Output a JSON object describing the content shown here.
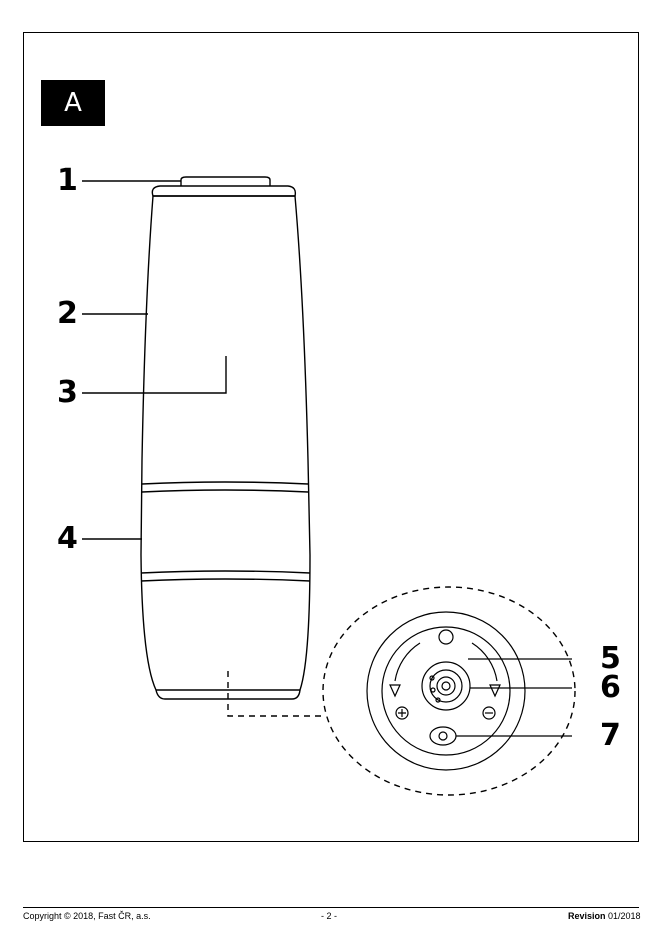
{
  "section": {
    "label": "A"
  },
  "callouts": [
    "1",
    "2",
    "3",
    "4",
    "5",
    "6",
    "7"
  ],
  "footer": {
    "copyright": "Copyright © 2018, Fast ČR, a.s.",
    "page": "- 2 -",
    "revision_label": "Revision",
    "revision_value": "01/2018"
  }
}
